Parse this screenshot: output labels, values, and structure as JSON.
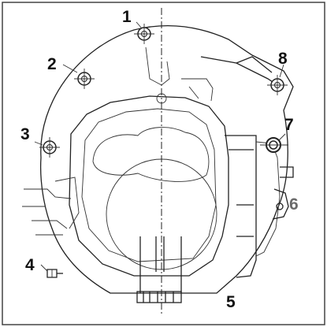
{
  "figure": {
    "callouts": [
      {
        "id": "1",
        "text": "1"
      },
      {
        "id": "2",
        "text": "2"
      },
      {
        "id": "3",
        "text": "3"
      },
      {
        "id": "4",
        "text": "4"
      },
      {
        "id": "5",
        "text": "5"
      },
      {
        "id": "6",
        "text": "6"
      },
      {
        "id": "7",
        "text": "7"
      },
      {
        "id": "8",
        "text": "8"
      }
    ],
    "colors": {
      "line": "#222222",
      "label": "#111111",
      "label_secondary": "#6b6b6b",
      "background": "#ffffff"
    }
  }
}
